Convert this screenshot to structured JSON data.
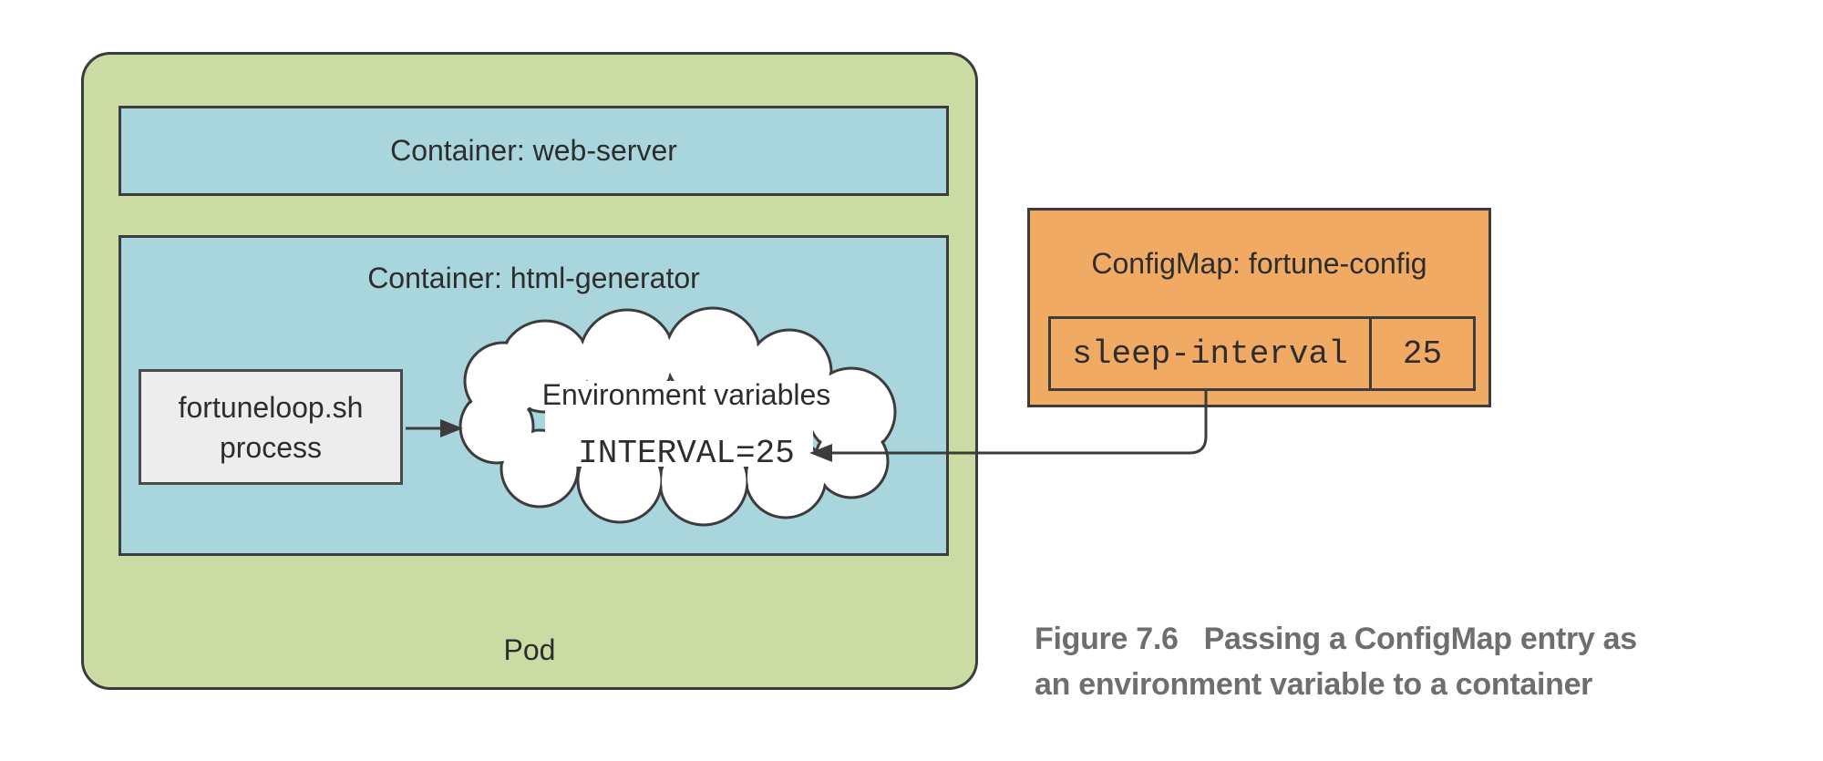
{
  "pod": {
    "label": "Pod",
    "containers": [
      {
        "label": "Container: web-server"
      },
      {
        "label": "Container: html-generator"
      }
    ]
  },
  "process_box": {
    "line1": "fortuneloop.sh",
    "line2": "process"
  },
  "env_cloud": {
    "title": "Environment variables",
    "entry": "INTERVAL=25"
  },
  "configmap": {
    "title": "ConfigMap: fortune-config",
    "entries": [
      {
        "key": "sleep-interval",
        "value": "25"
      }
    ]
  },
  "caption": {
    "figure_label": "Figure 7.6",
    "line1": "Passing a ConfigMap entry as",
    "line2": "an environment variable to a container"
  },
  "icons": {
    "process_to_env_arrow": "arrow-right",
    "configmap_to_env_arrow": "elbow-arrow-left"
  },
  "colors": {
    "pod_fill": "#cbdba4",
    "container_fill": "#a9d5dd",
    "configmap_fill": "#f0aa64",
    "process_fill": "#ededed",
    "stroke": "#3c3c3c",
    "text": "#2d2d2d",
    "caption_text": "#6e6e6e",
    "background": "#ffffff"
  }
}
